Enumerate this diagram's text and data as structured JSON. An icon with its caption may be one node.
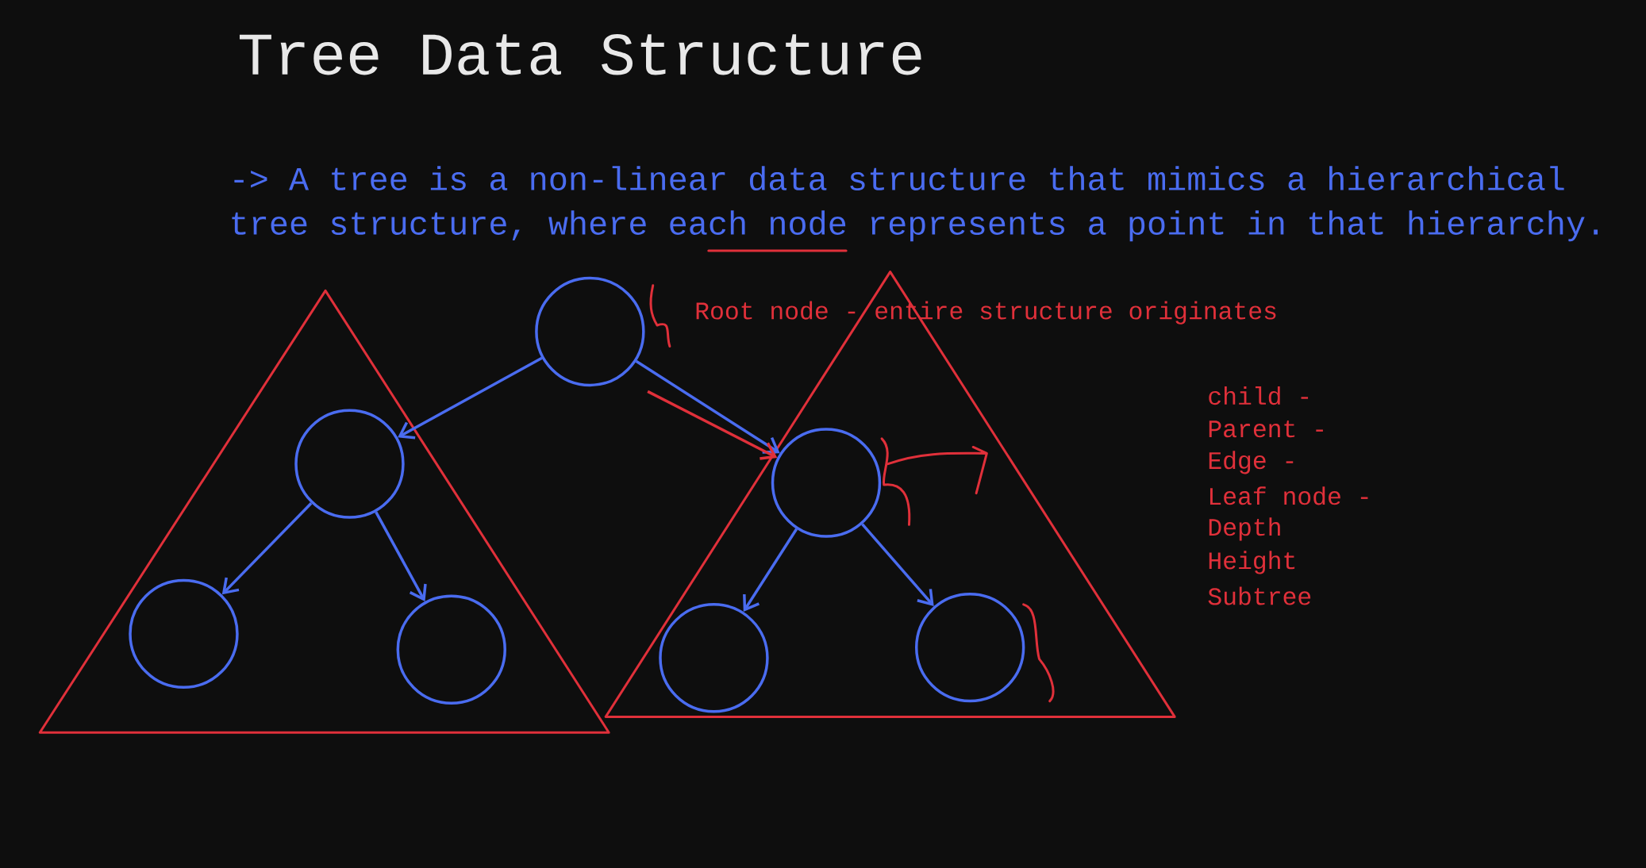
{
  "diagram": {
    "title": "Tree Data Structure",
    "nodes": [
      {
        "text": [],
        "shape": "circle"
      },
      {
        "text": [],
        "shape": "circle"
      },
      {
        "text": [],
        "shape": "circle"
      },
      {
        "text": [],
        "shape": "circle"
      },
      {
        "text": [],
        "shape": "circle"
      },
      {
        "text": [],
        "shape": "circle"
      },
      {
        "text": [],
        "shape": "circle"
      }
    ],
    "edges": [
      {
        "from": 0,
        "to": 1,
        "arrow": "to"
      },
      {
        "from": 0,
        "to": 2,
        "arrow": "to"
      },
      {
        "from": 1,
        "to": 3,
        "arrow": "to"
      },
      {
        "from": 1,
        "to": 4,
        "arrow": "to"
      },
      {
        "from": 2,
        "to": 5,
        "arrow": "to"
      },
      {
        "from": 2,
        "to": 6,
        "arrow": "to"
      },
      {
        "from": null,
        "to": 2,
        "arrow": "to",
        "color": "#e0303a"
      }
    ],
    "labels": [
      "-> A tree is a non-linear data structure that mimics a hierarchical tree structure, where each node represents a point in that hierarchy.",
      "Root node - entire structure originates",
      "child -",
      "Parent -",
      "Edge -",
      "Leaf node -",
      "Depth",
      "Height",
      "Subtree"
    ]
  }
}
